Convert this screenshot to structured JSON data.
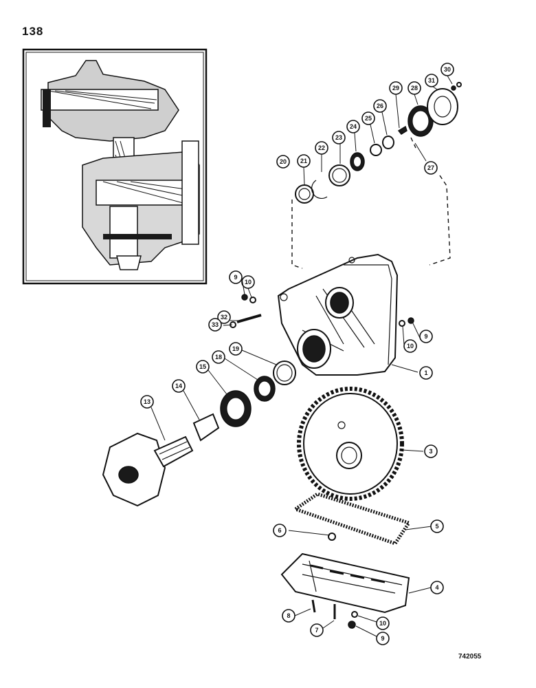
{
  "page_number": "138",
  "figure_code": "742055",
  "callouts": [
    {
      "id": "c30",
      "label": "30"
    },
    {
      "id": "c31",
      "label": "31"
    },
    {
      "id": "c28",
      "label": "28"
    },
    {
      "id": "c29",
      "label": "29"
    },
    {
      "id": "c26",
      "label": "26"
    },
    {
      "id": "c25",
      "label": "25"
    },
    {
      "id": "c24",
      "label": "24"
    },
    {
      "id": "c23",
      "label": "23"
    },
    {
      "id": "c22",
      "label": "22"
    },
    {
      "id": "c21",
      "label": "21"
    },
    {
      "id": "c20",
      "label": "20"
    },
    {
      "id": "c27",
      "label": "27"
    },
    {
      "id": "c9a",
      "label": "9"
    },
    {
      "id": "c10a",
      "label": "10"
    },
    {
      "id": "c32",
      "label": "32"
    },
    {
      "id": "c33",
      "label": "33"
    },
    {
      "id": "c9b",
      "label": "9"
    },
    {
      "id": "c10b",
      "label": "10"
    },
    {
      "id": "c19",
      "label": "19"
    },
    {
      "id": "c18",
      "label": "18"
    },
    {
      "id": "c1",
      "label": "1"
    },
    {
      "id": "c15",
      "label": "15"
    },
    {
      "id": "c14",
      "label": "14"
    },
    {
      "id": "c13",
      "label": "13"
    },
    {
      "id": "c3",
      "label": "3"
    },
    {
      "id": "c5",
      "label": "5"
    },
    {
      "id": "c6",
      "label": "6"
    },
    {
      "id": "c4",
      "label": "4"
    },
    {
      "id": "c8",
      "label": "8"
    },
    {
      "id": "c7",
      "label": "7"
    },
    {
      "id": "c10c",
      "label": "10"
    },
    {
      "id": "c9c",
      "label": "9"
    }
  ]
}
